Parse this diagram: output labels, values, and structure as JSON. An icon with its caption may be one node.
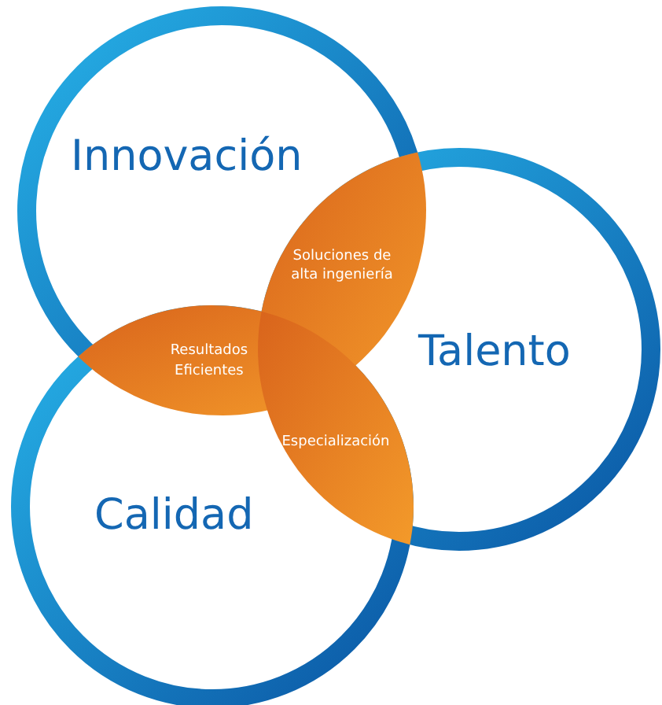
{
  "diagram": {
    "nodes": [
      {
        "text": [
          "Innovación"
        ]
      },
      {
        "text": [
          "Talento"
        ]
      },
      {
        "text": [
          "Calidad"
        ]
      },
      {
        "text": [
          "Soluciones de alta ingeniería"
        ]
      },
      {
        "text": [
          "Resultados Eficientes"
        ]
      },
      {
        "text": [
          "Especialización"
        ]
      }
    ]
  }
}
